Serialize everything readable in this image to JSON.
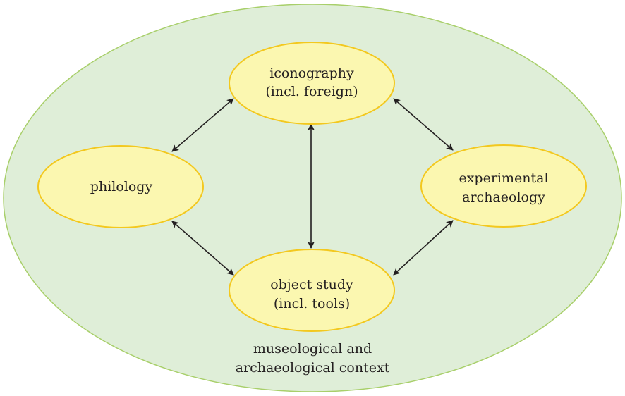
{
  "colors": {
    "outer_fill": "#dfeed8",
    "outer_stroke": "#a8cf6a",
    "node_fill": "#fbf7b0",
    "node_stroke": "#f3c81e",
    "arrow": "#231f20",
    "text": "#231f20"
  },
  "context": {
    "line1": "museological and",
    "line2": "archaeological context"
  },
  "nodes": {
    "iconography": {
      "line1": "iconography",
      "line2": "(incl. foreign)"
    },
    "philology": {
      "line1": "philology"
    },
    "experimental": {
      "line1": "experimental",
      "line2": "archaeology"
    },
    "object": {
      "line1": "object study",
      "line2": "(incl. tools)"
    }
  }
}
